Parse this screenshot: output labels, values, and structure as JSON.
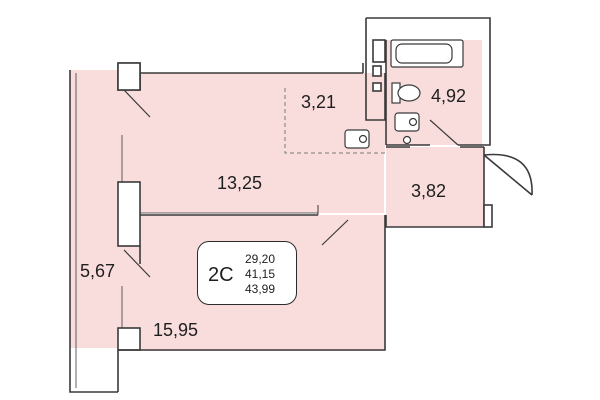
{
  "plan": {
    "fill_color": "#f9dcdc",
    "wall_color": "#3a3a3a",
    "unit_type": "2С",
    "unit_areas": [
      "29,20",
      "41,15",
      "43,99"
    ],
    "rooms": {
      "living_room": "13,25",
      "bedroom": "15,95",
      "balcony": "5,67",
      "kitchen_niche": "3,21",
      "hallway": "3,82",
      "bathroom": "4,92"
    }
  }
}
